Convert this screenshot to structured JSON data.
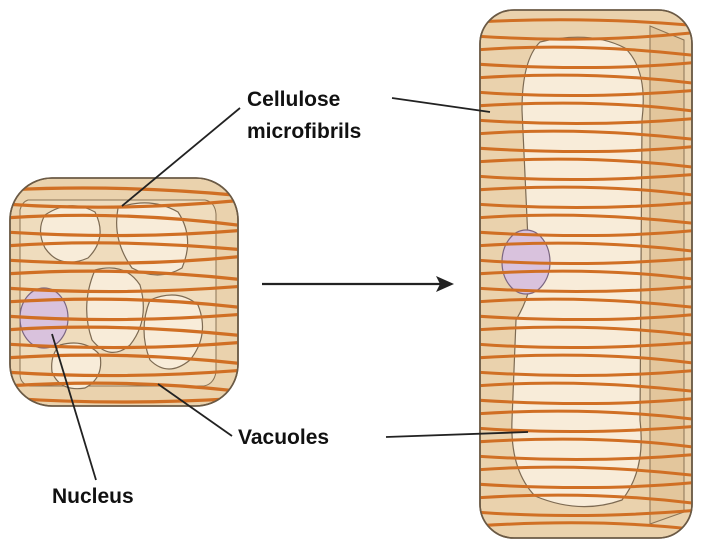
{
  "labels": {
    "cellulose_line1": "Cellulose",
    "cellulose_line2": "microfibrils",
    "vacuoles": "Vacuoles",
    "nucleus": "Nucleus"
  },
  "colors": {
    "cell_fill": "#ead2ad",
    "cell_outline": "#6b5a45",
    "vacuole_fill": "#f8ecd9",
    "fibril": "#d06f24",
    "nucleus_fill": "#d9c2dd",
    "text": "#111111"
  },
  "icons": {
    "growth_arrow": "arrow-right-icon"
  }
}
